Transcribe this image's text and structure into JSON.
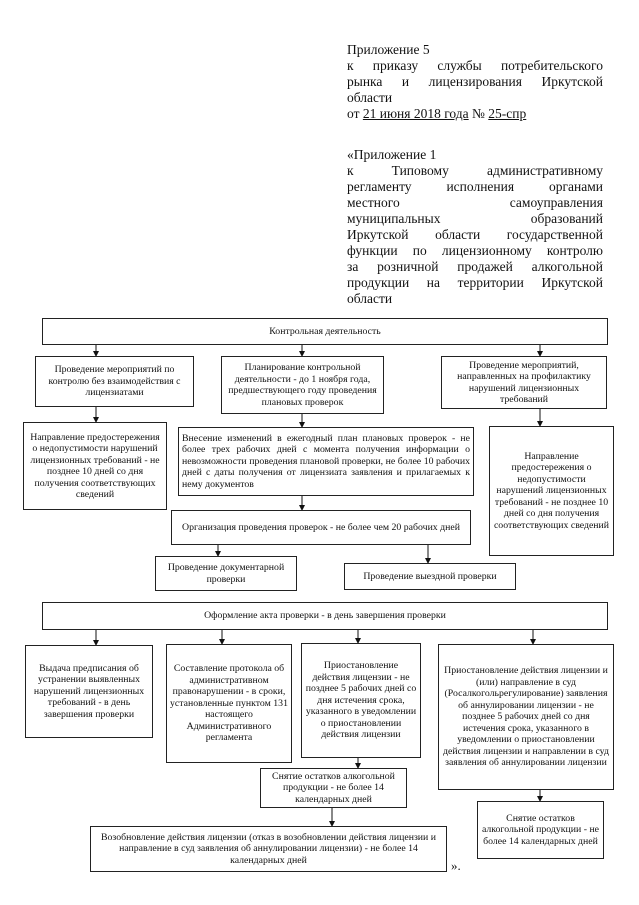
{
  "header": {
    "annex_title": "Приложение 5",
    "line1": "к приказу службы потребительского",
    "line2": "рынка и лицензирования Иркутской",
    "line3": "области",
    "date_prefix": "от ",
    "date_value": "21 июня 2018 года",
    "number_sign": " № ",
    "number_value": "25-спр"
  },
  "annex": {
    "title": "«Приложение 1",
    "lines": [
      "к Типовому административному",
      "регламенту исполнения органами",
      "местного самоуправления",
      "муниципальных образований",
      "Иркутской области государственной",
      "функции по лицензионному контролю",
      "за розничной продажей алкогольной",
      "продукции на территории Иркутской",
      "области"
    ]
  },
  "flow": {
    "control": "Контрольная деятельность",
    "left_top": "Проведение мероприятий по контролю без взаимодействия с лицензиатами",
    "center_top": "Планирование контрольной деятельности - до 1 ноября года, предшествующего году проведения плановых проверок",
    "right_top": "Проведение мероприятий, направленных на профилактику нарушений лицензионных требований",
    "left_warning": "Направление предостережения о недопустимости нарушений лицензионных требований - не позднее 10 дней со дня получения соответствующих сведений",
    "center_changes": "Внесение изменений в ежегодный план плановых проверок - не более трех рабочих дней с момента получения информации о невозможности проведения плановой проверки, не более 10 рабочих дней с даты получения от лицензиата заявления и прилагаемых к нему документов",
    "right_warning": "Направление предостережения о недопустимости нарушений лицензионных требований - не позднее 10 дней со дня получения соответствующих сведений",
    "organization": "Организация проведения проверок - не более чем 20 рабочих дней",
    "doc_check": "Проведение документарной проверки",
    "onsite_check": "Проведение выездной проверки",
    "act": "Оформление акта проверки - в день завершения проверки",
    "order": "Выдача предписания об устранении выявленных нарушений лицензионных требований - в день завершения проверки",
    "protocol": "Составление протокола об административном правонарушении - в сроки, установленные пунктом 131 настоящего Административного регламента",
    "suspension": "Приостановление действия лицензии - не позднее 5 рабочих дней со дня истечения срока, указанного в уведомлении о приостановлении действия лицензии",
    "suspension_court": "Приостановление действия лицензии и (или) направление в суд (Росалкогольрегулирование) заявления об аннулировании лицензии - не позднее 5 рабочих дней со дня истечения срока, указанного в уведомлении о приостановлении действия лицензии и направлении в суд заявления об аннулировании лицензии",
    "removal_center": "Снятие остатков алкогольной продукции - не более 14 календарных дней",
    "removal_right": "Снятие остатков алкогольной продукции - не более 14 календарных дней",
    "renewal": "Возобновление действия лицензии (отказ в возобновлении действия лицензии и направление в суд заявления об аннулировании лицензии) - не более 14 календарных дней"
  },
  "closing": "»."
}
